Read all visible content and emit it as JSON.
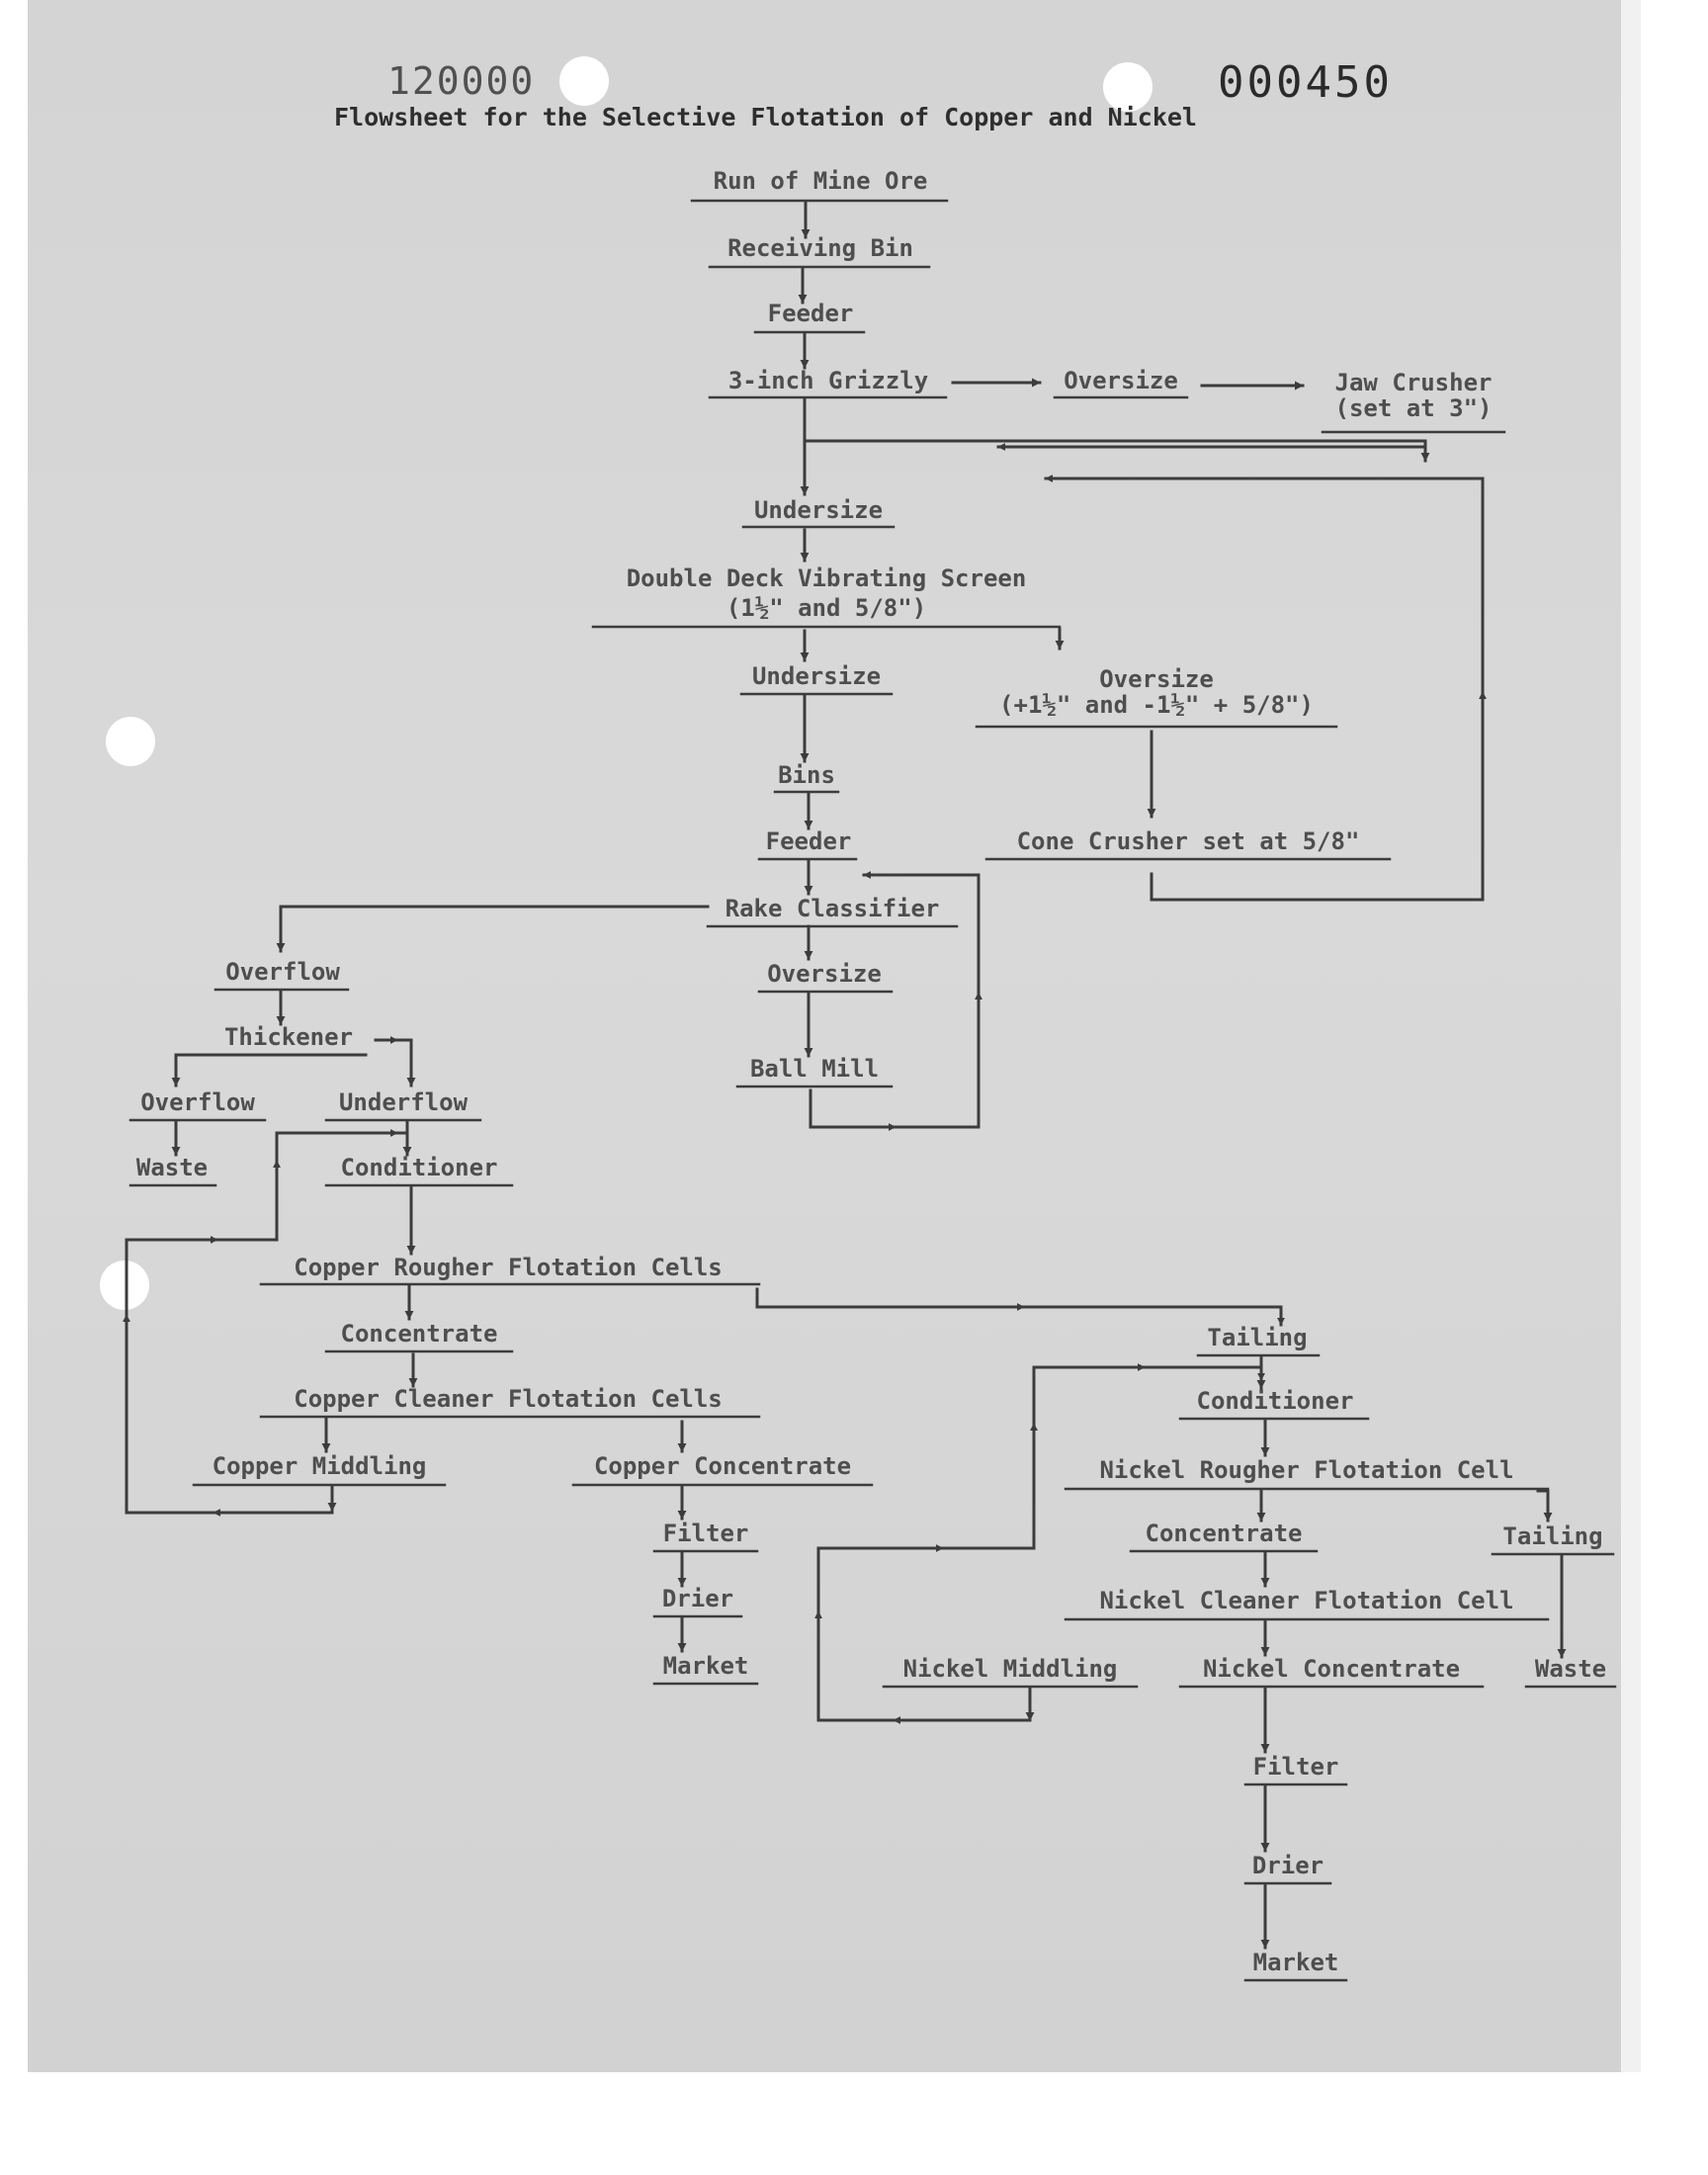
{
  "document": {
    "title": "Flowsheet for the Selective Flotation of Copper and Nickel",
    "doc_number": "000450",
    "stamp": "120000"
  },
  "nodes": {
    "run_of_mine_ore": "Run of Mine Ore",
    "receiving_bin": "Receiving Bin",
    "feeder_1": "Feeder",
    "grizzly": "3-inch Grizzly",
    "grizzly_oversize": "Oversize",
    "jaw_crusher": "Jaw Crusher\n(set at 3\")",
    "undersize_1": "Undersize",
    "vibrating_screen": "Double Deck Vibrating Screen\n(1½\" and 5/8\")",
    "undersize_2": "Undersize",
    "screen_oversize": "Oversize\n(+1½\" and -1½\" + 5/8\")",
    "bins": "Bins",
    "feeder_2": "Feeder",
    "cone_crusher": "Cone Crusher set at 5/8\"",
    "rake_classifier": "Rake Classifier",
    "classifier_overflow": "Overflow",
    "classifier_oversize": "Oversize",
    "thickener": "Thickener",
    "ball_mill": "Ball Mill",
    "thickener_overflow": "Overflow",
    "underflow": "Underflow",
    "waste_1": "Waste",
    "conditioner_1": "Conditioner",
    "copper_rougher": "Copper Rougher Flotation Cells",
    "copper_concentrate_rough": "Concentrate",
    "tailing_1": "Tailing",
    "copper_cleaner": "Copper Cleaner Flotation Cells",
    "conditioner_2": "Conditioner",
    "copper_middling": "Copper Middling",
    "copper_concentrate": "Copper Concentrate",
    "nickel_rougher": "Nickel Rougher Flotation Cell",
    "filter_1": "Filter",
    "nickel_concentrate_rough": "Concentrate",
    "tailing_2": "Tailing",
    "drier_1": "Drier",
    "nickel_cleaner": "Nickel Cleaner Flotation Cell",
    "market_1": "Market",
    "nickel_middling": "Nickel Middling",
    "nickel_concentrate": "Nickel Concentrate",
    "waste_2": "Waste",
    "filter_2": "Filter",
    "drier_2": "Drier",
    "market_2": "Market"
  },
  "colors": {
    "paper": "#d5d5d5",
    "ink": "#4e4e4e",
    "line": "#3c3c3c"
  }
}
